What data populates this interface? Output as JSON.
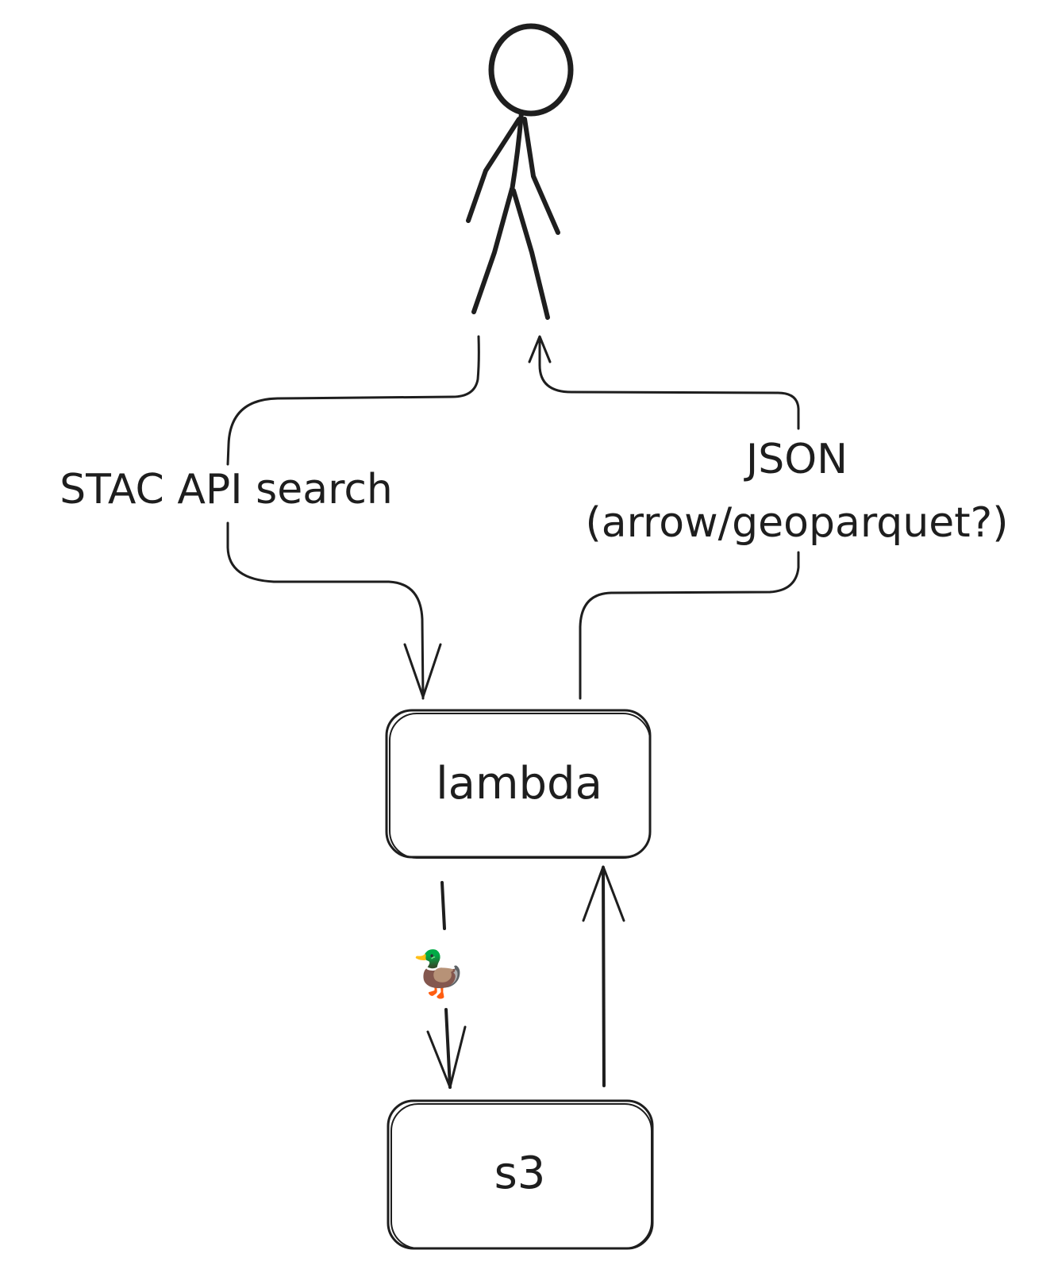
{
  "diagram": {
    "nodes": {
      "user": {
        "label": ""
      },
      "lambda": {
        "label": "lambda"
      },
      "s3": {
        "label": "s3"
      }
    },
    "edges": {
      "request": {
        "label": "STAC API search"
      },
      "response": {
        "label_line1": "JSON",
        "label_line2": "(arrow/geoparquet?)"
      },
      "lambda_to_s3": {
        "label": "🦆",
        "label_icon": "duck-emoji"
      },
      "s3_to_lambda": {
        "label": ""
      }
    }
  },
  "colors": {
    "stroke": "#1e1e1e",
    "background": "#ffffff"
  }
}
